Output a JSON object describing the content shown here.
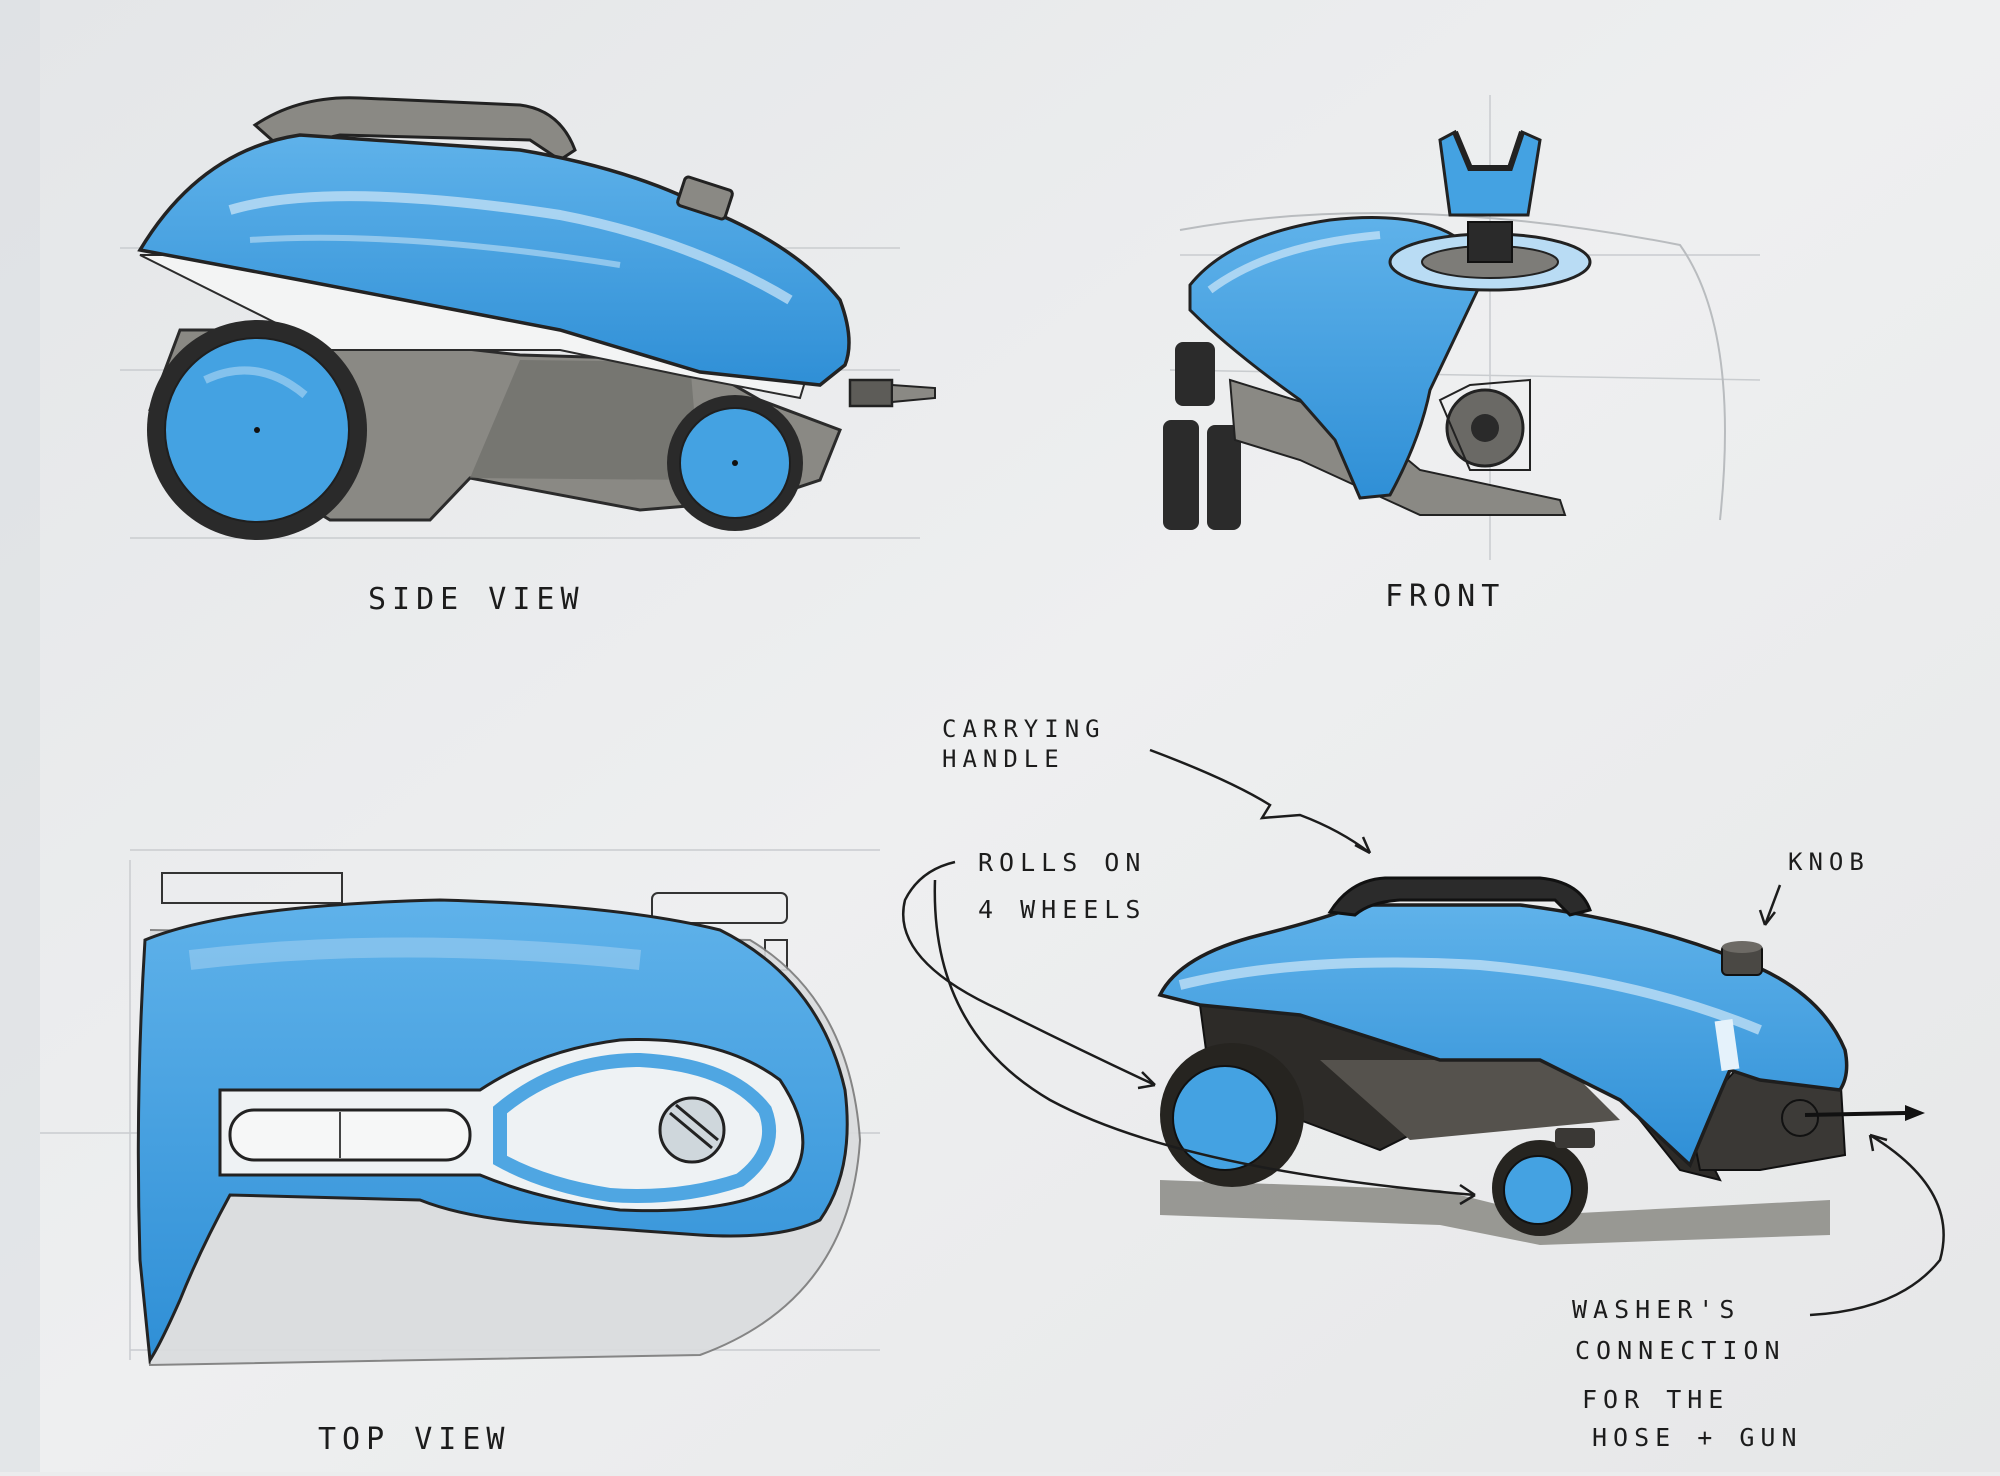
{
  "view_labels": {
    "side": "SIDE VIEW",
    "front": "FRONT",
    "top": "TOP VIEW"
  },
  "callouts": {
    "carrying_handle_line1": "CARRYING",
    "carrying_handle_line2": "HANDLE",
    "rolls_line1": "ROLLS ON",
    "rolls_line2": "4 WHEELS",
    "knob": "KNOB",
    "connection_line1": "WASHER'S",
    "connection_line2": "CONNECTION",
    "connection_line3": "FOR THE",
    "connection_line4": "HOSE + GUN"
  },
  "colors": {
    "paper": "#ebeced",
    "marker_blue": "#3d9de0",
    "marker_blue_light": "#8cc6ee",
    "marker_grey": "#7d7c78",
    "ink": "#1c1c1c"
  }
}
